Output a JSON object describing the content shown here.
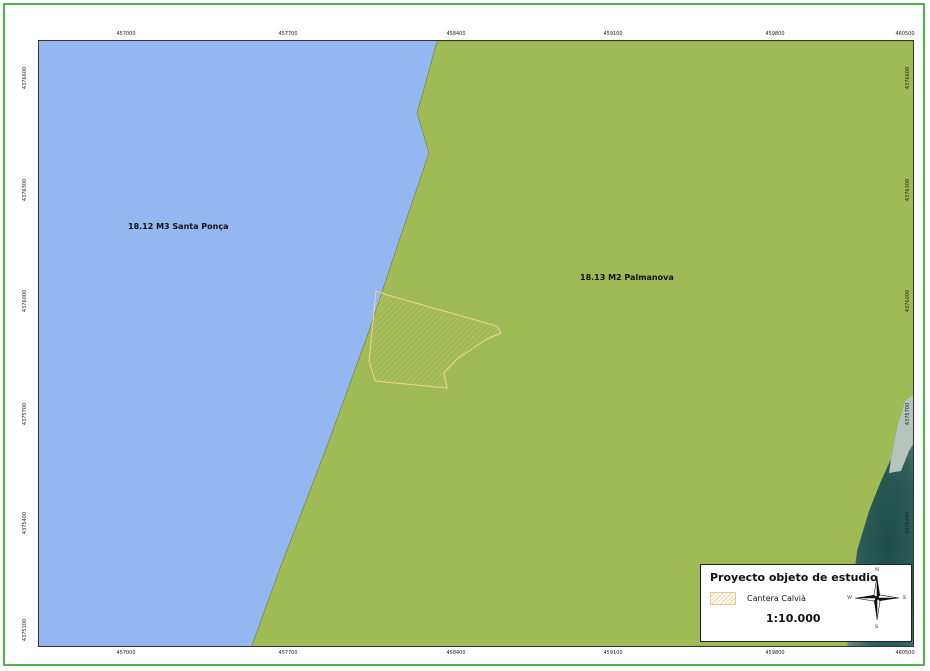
{
  "map": {
    "grid_x_labels": [
      "457000",
      "457700",
      "458400",
      "459100",
      "459800",
      "460500"
    ],
    "grid_y_labels": [
      "4376600",
      "4376300",
      "4376000",
      "4375700",
      "4375400",
      "4375100"
    ],
    "zones": [
      {
        "name": "18.12 M3 Santa Ponça",
        "fill": "#94b6f1"
      },
      {
        "name": "18.13 M2 Palmanova",
        "fill": "#a0ba55"
      }
    ],
    "colors": {
      "frame": "#4fb34a",
      "water": "#94b6f1",
      "land": "#a0ba55",
      "quarry_outline": "#f0d39c"
    }
  },
  "legend": {
    "title": "Proyecto objeto de estudio",
    "item_label": "Cantera Calvià",
    "scale": "1:10.000",
    "compass": {
      "n": "N",
      "s": "S",
      "e": "E",
      "w": "W"
    }
  }
}
